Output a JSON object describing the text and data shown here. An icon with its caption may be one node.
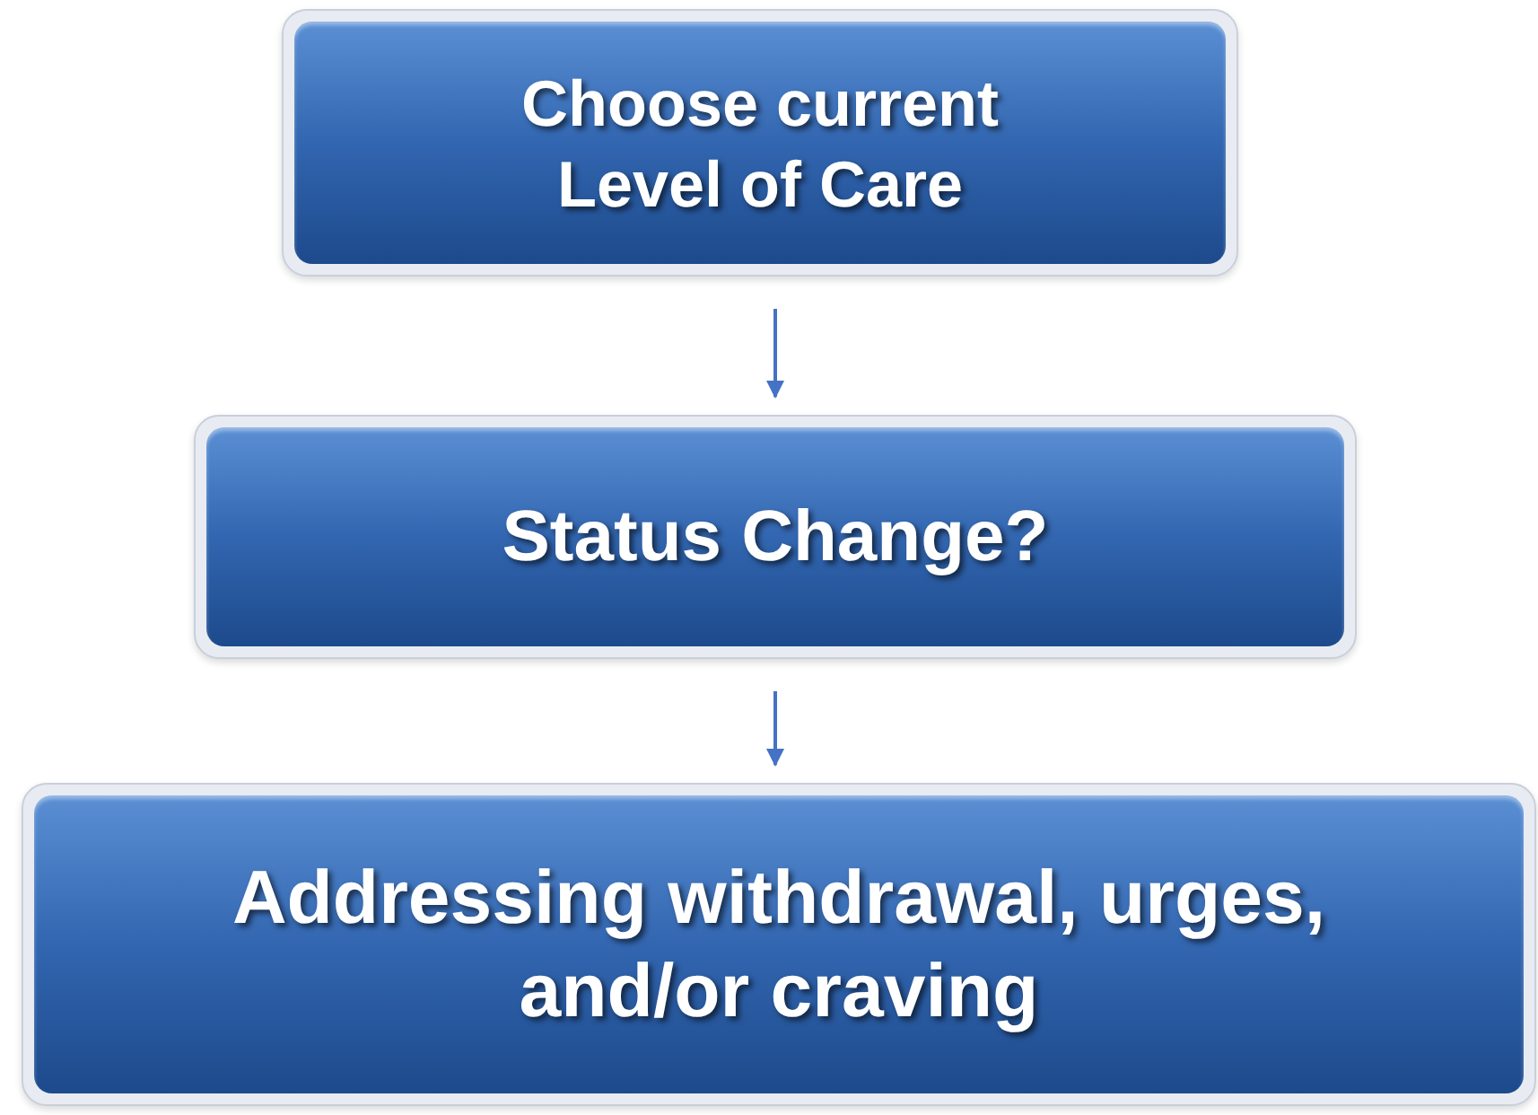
{
  "diagram": {
    "nodes": [
      {
        "text": [
          "Choose current Level of Care"
        ]
      },
      {
        "text": [
          "Status Change?"
        ]
      },
      {
        "text": [
          "Addressing withdrawal, urges, and/or craving"
        ]
      }
    ],
    "edges": [
      {
        "from": 0,
        "to": 1,
        "arrow": "to"
      },
      {
        "from": 1,
        "to": 2,
        "arrow": "to"
      }
    ]
  }
}
